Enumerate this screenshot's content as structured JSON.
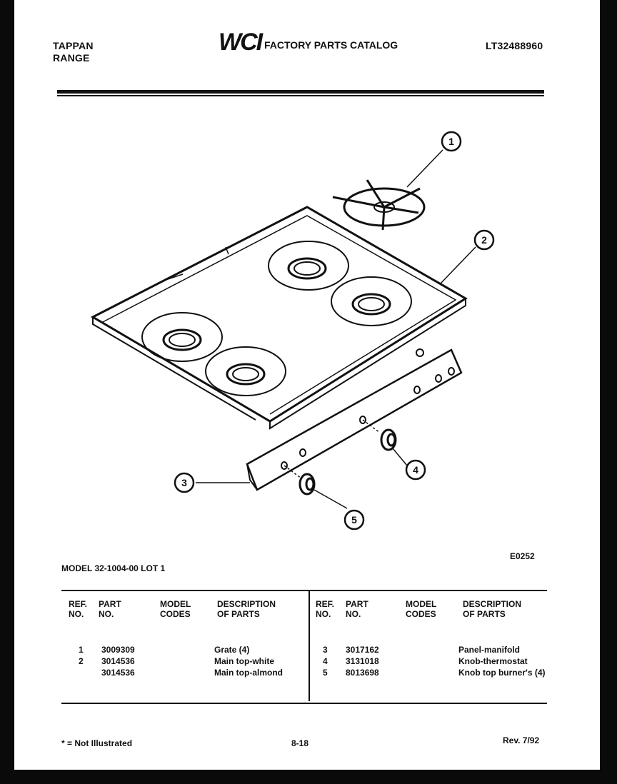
{
  "header": {
    "brand_line1": "TAPPAN",
    "brand_line2": "RANGE",
    "logo_text": "WCI",
    "catalog_title": "FACTORY PARTS CATALOG",
    "model_code": "LT32488960"
  },
  "diagram": {
    "callouts": [
      "1",
      "2",
      "3",
      "4",
      "5"
    ],
    "figure_code": "E0252"
  },
  "model_line": "MODEL 32-1004-00 LOT 1",
  "table": {
    "headers": {
      "ref_line1": "REF.",
      "ref_line2": "NO.",
      "part_line1": "PART",
      "part_line2": "NO.",
      "model_line1": "MODEL",
      "model_line2": "CODES",
      "desc_line1": "DESCRIPTION",
      "desc_line2": "OF PARTS"
    },
    "left_rows": [
      {
        "ref": "1",
        "part": "3009309",
        "desc": "Grate (4)"
      },
      {
        "ref": "2",
        "part": "3014536",
        "desc": "Main top-white"
      },
      {
        "ref": "",
        "part": "3014536",
        "desc": "Main top-almond"
      }
    ],
    "right_rows": [
      {
        "ref": "3",
        "part": "3017162",
        "desc": "Panel-manifold"
      },
      {
        "ref": "4",
        "part": "3131018",
        "desc": "Knob-thermostat"
      },
      {
        "ref": "5",
        "part": "8013698",
        "desc": "Knob top burner's (4)"
      }
    ]
  },
  "footer": {
    "note": "* = Not Illustrated",
    "page": "8-18",
    "revision": "Rev. 7/92"
  }
}
